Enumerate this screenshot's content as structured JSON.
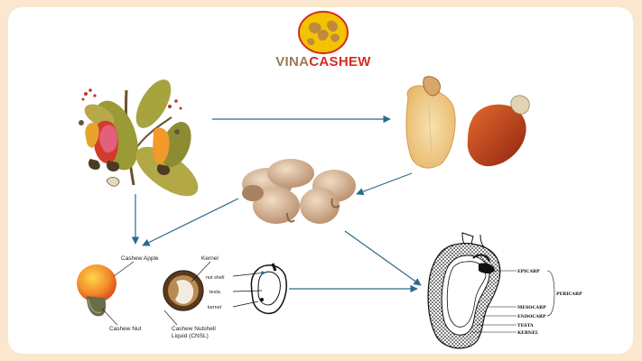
{
  "logo": {
    "part1": "VINA",
    "part2": "CASHEW",
    "brand_colors": {
      "primary": "#d32c25",
      "secondary": "#9c7a54",
      "emblem": "#f2c300"
    }
  },
  "labels": {
    "cashew_apple": "Cashew Apple",
    "kernel": "Kernel",
    "cashew_nut": "Cashew Nut",
    "cnsl_line1": "Cashew Nutshell",
    "cnsl_line2": "Liquid (CNSL)",
    "nut_shell": "nut shell",
    "testa": "testa",
    "kernel_small": "kernel"
  },
  "section_labels": {
    "epicarp": "EPICARP",
    "pericarp": "PERICARP",
    "mesocarp": "MESOCARP",
    "endocarp": "ENDOCARP",
    "testa": "TESTA",
    "kernel": "KERNEL"
  },
  "colors": {
    "arrow": "#2a6a8c",
    "background": "#fbe7cd"
  }
}
